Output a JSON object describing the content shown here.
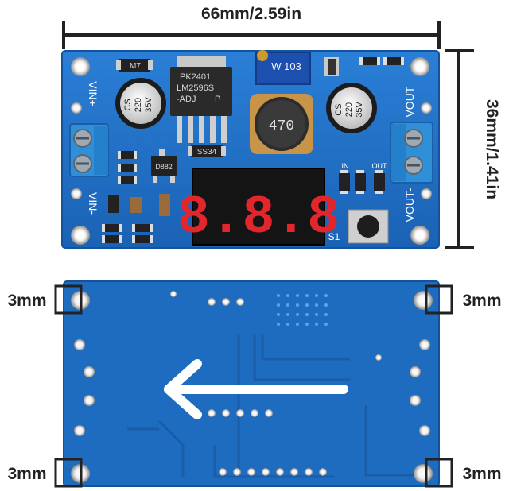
{
  "dimensions": {
    "width_label": "66mm/2.59in",
    "height_label": "36mm/1.41in",
    "hole_label": "3mm"
  },
  "silkscreen": {
    "vin_plus": "VIN+",
    "vin_minus": "VIN-",
    "vout_plus": "VOUT+",
    "vout_minus": "VOUT-",
    "in_led": "IN",
    "out_led": "OUT",
    "switch": "S1"
  },
  "components": {
    "regulator_line1": "PK2401",
    "regulator_line2": "LM2596S",
    "regulator_line3": "-ADJ",
    "regulator_line3b": "P+",
    "cap_text": "CS",
    "cap_value": "220",
    "cap_voltage": "35V",
    "inductor": "470",
    "potentiometer": "W 103",
    "diode": "SS34",
    "transistor": "D882",
    "small_chip": "M7",
    "display": "8.8.8"
  },
  "colors": {
    "pcb": "#1f6fc4",
    "pcb_dark": "#175aa3",
    "terminal": "#2f8fd8",
    "led_red": "#e3252c"
  },
  "icons": {
    "arrow": "left-arrow-icon"
  }
}
